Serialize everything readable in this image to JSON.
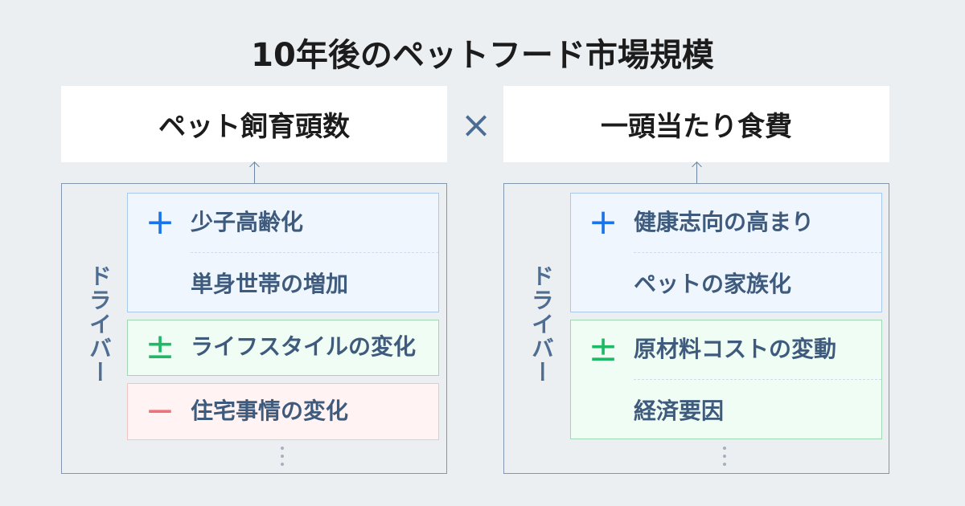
{
  "title": "10年後のペットフード市場規模",
  "operator": "×",
  "left": {
    "header": "ペット飼育頭数",
    "driver_label": "ドライバー",
    "groups": [
      {
        "sign": "+",
        "color": "#1a73e8",
        "items": [
          "少子高齢化",
          "単身世帯の増加"
        ]
      },
      {
        "sign": "±",
        "color": "#1fb866",
        "items": [
          "ライフスタイルの変化"
        ]
      },
      {
        "sign": "−",
        "color": "#f07178",
        "items": [
          "住宅事情の変化"
        ]
      }
    ]
  },
  "right": {
    "header": "一頭当たり食費",
    "driver_label": "ドライバー",
    "groups": [
      {
        "sign": "+",
        "color": "#1a73e8",
        "items": [
          "健康志向の高まり",
          "ペットの家族化"
        ]
      },
      {
        "sign": "±",
        "color": "#1fb866",
        "items": [
          "原材料コストの変動",
          "経済要因"
        ]
      }
    ]
  }
}
